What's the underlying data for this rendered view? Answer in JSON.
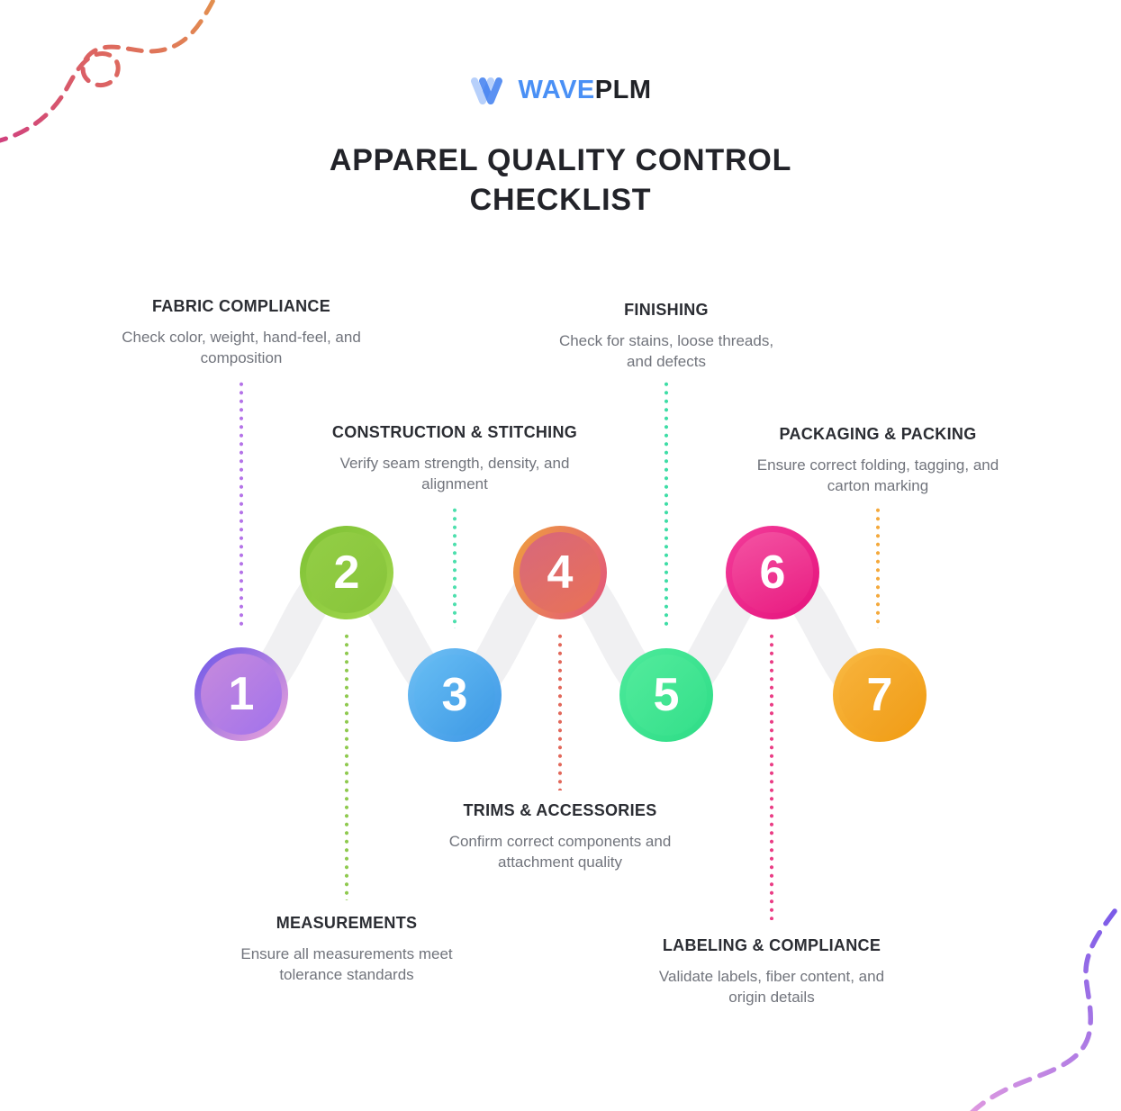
{
  "brand": {
    "logo_icon": "waveplm-logo-icon",
    "wave": "WAVE",
    "plm": "PLM",
    "wave_color": "#4a90f5",
    "plm_color": "#202227",
    "icon_blue": "#3e7ef0",
    "icon_light_blue": "#9fc0fa"
  },
  "title": {
    "line1": "APPAREL QUALITY CONTROL",
    "line2": "CHECKLIST",
    "color": "#222329"
  },
  "steps": [
    {
      "number": "1",
      "title": "FABRIC COMPLIANCE",
      "description": "Check color, weight, hand-feel, and composition",
      "label_position": "top",
      "circle_gradient": [
        "#6a55e9",
        "#f0a6d9"
      ],
      "dot_color": "#b473e8"
    },
    {
      "number": "2",
      "title": "MEASUREMENTS",
      "description": "Ensure all measurements meet tolerance standards",
      "label_position": "bottom",
      "circle_gradient": [
        "#7cc033",
        "#a3d84f"
      ],
      "dot_color": "#8fc94f"
    },
    {
      "number": "3",
      "title": "CONSTRUCTION & STITCHING",
      "description": "Verify seam strength, density, and alignment",
      "label_position": "top",
      "circle_gradient": [
        "#6fc0f4",
        "#3d97e6"
      ],
      "dot_color": "#4ddfad"
    },
    {
      "number": "4",
      "title": "TRIMS & ACCESSORIES",
      "description": "Confirm correct components and attachment quality",
      "label_position": "bottom",
      "circle_gradient": [
        "#efa03c",
        "#e2537e"
      ],
      "dot_color": "#e2685b"
    },
    {
      "number": "5",
      "title": "FINISHING",
      "description": "Check for stains, loose threads, and defects",
      "label_position": "top",
      "circle_gradient": [
        "#4dea9b",
        "#2edc86"
      ],
      "dot_color": "#3edda6"
    },
    {
      "number": "6",
      "title": "LABELING & COMPLIANCE",
      "description": "Validate labels, fiber content, and origin details",
      "label_position": "bottom",
      "circle_gradient": [
        "#f33c9a",
        "#e5137c"
      ],
      "dot_color": "#ea3d85"
    },
    {
      "number": "7",
      "title": "PACKAGING & PACKING",
      "description": "Ensure correct folding, tagging, and carton marking",
      "label_position": "top",
      "circle_gradient": [
        "#f9ba45",
        "#f09a10"
      ],
      "dot_color": "#f4a93c"
    }
  ],
  "colors": {
    "ribbon_gray": "#f0f0f2",
    "heading_text": "#2b2d33",
    "body_text": "#71747c",
    "deco_top_left": [
      "#d0417e",
      "#dd6660",
      "#e3924d"
    ],
    "deco_bottom_right": [
      "#7a5ae8",
      "#e09ae0"
    ]
  }
}
